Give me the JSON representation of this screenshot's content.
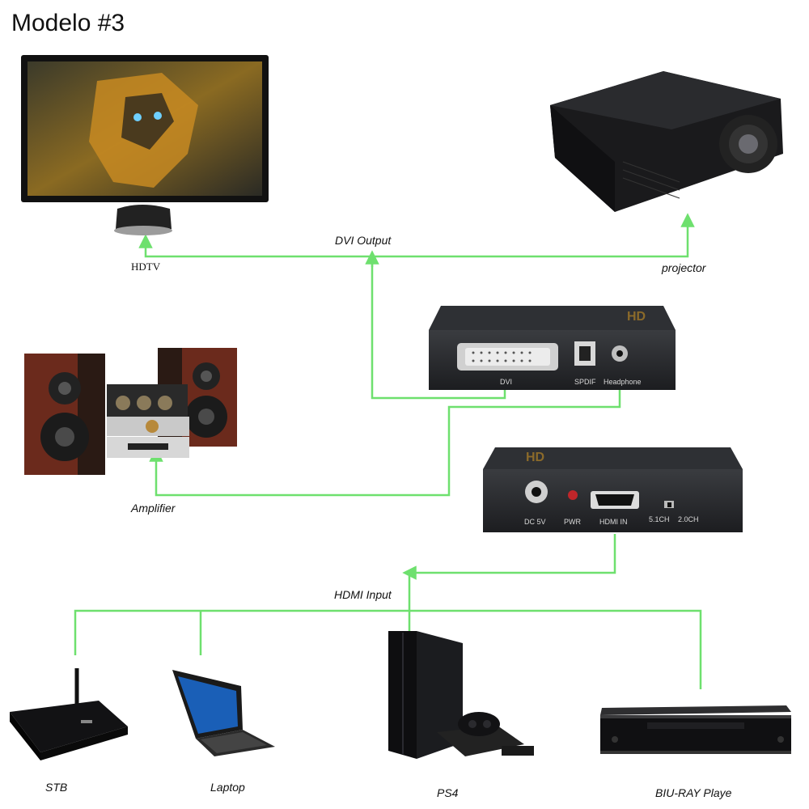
{
  "title": "Modelo #3",
  "labels": {
    "dvi_output": "DVI Output",
    "hdmi_input": "HDMI Input",
    "hdtv": "HDTV",
    "projector": "projector",
    "amplifier": "Amplifier",
    "stb": "STB",
    "laptop": "Laptop",
    "ps4": "PS4",
    "bluray": "BIU-RAY Playe"
  },
  "output_box_ports": {
    "dvi": "DVI",
    "spdif": "SPDIF",
    "headphone": "Headphone",
    "logo": "HD"
  },
  "input_box_ports": {
    "dc": "DC 5V",
    "pwr": "PWR",
    "hdmi_in": "HDMI IN",
    "ch51": "5.1CH",
    "ch20": "2.0CH",
    "logo": "HD"
  },
  "colors": {
    "wire": "#6ee06e",
    "device_dark": "#1c1d20",
    "speaker_wood": "#6b2a1c"
  }
}
